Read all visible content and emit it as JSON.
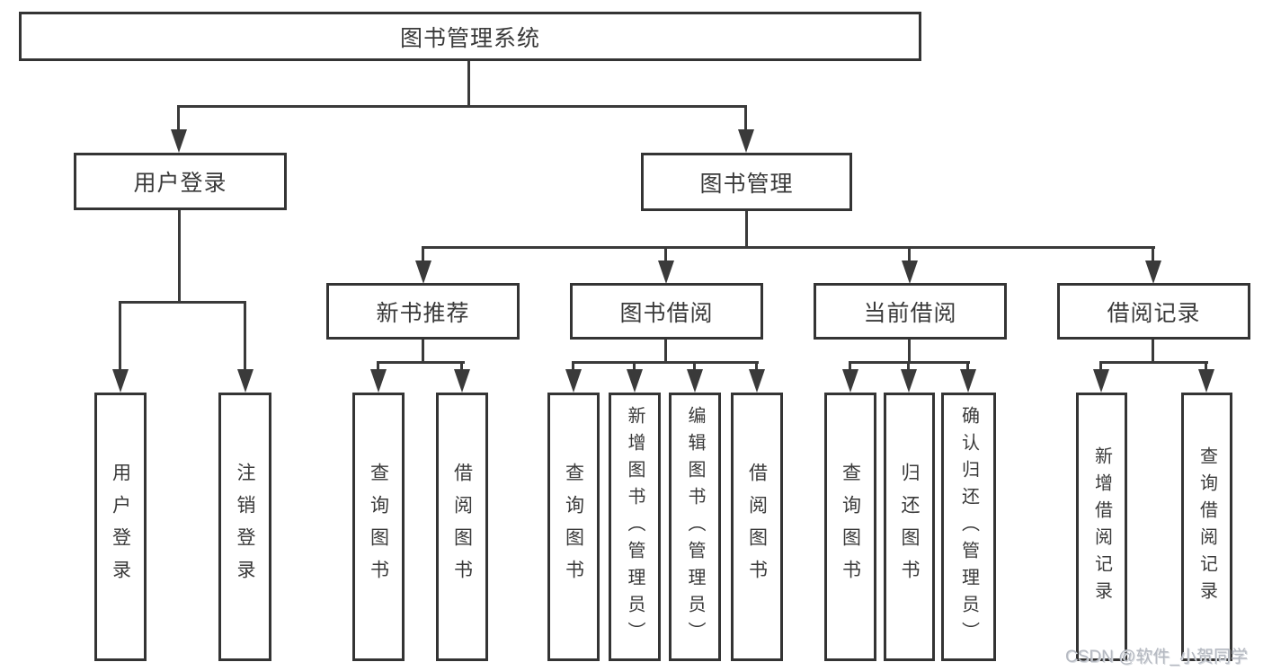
{
  "colors": {
    "background": "#ffffff",
    "box_border": "#343434",
    "line": "#3a3a3a",
    "text": "#3a3a3a",
    "watermark": "#b5b9c1"
  },
  "diagram": {
    "root": {
      "label": "图书管理系统"
    },
    "branches": [
      {
        "label": "用户登录",
        "children": [
          {
            "label": "用户登录"
          },
          {
            "label": "注销登录"
          }
        ]
      },
      {
        "label": "图书管理",
        "children": [
          {
            "label": "新书推荐",
            "children": [
              {
                "label": "查询图书"
              },
              {
                "label": "借阅图书"
              }
            ]
          },
          {
            "label": "图书借阅",
            "children": [
              {
                "label": "查询图书"
              },
              {
                "label": "新增图书（管理员）"
              },
              {
                "label": "编辑图书（管理员）"
              },
              {
                "label": "借阅图书"
              }
            ]
          },
          {
            "label": "当前借阅",
            "children": [
              {
                "label": "查询图书"
              },
              {
                "label": "归还图书"
              },
              {
                "label": "确认归还（管理员）"
              }
            ]
          },
          {
            "label": "借阅记录",
            "children": [
              {
                "label": "新增借阅记录"
              },
              {
                "label": "查询借阅记录"
              }
            ]
          }
        ]
      }
    ]
  },
  "watermark": {
    "text": "CSDN @软件_小贺同学"
  }
}
